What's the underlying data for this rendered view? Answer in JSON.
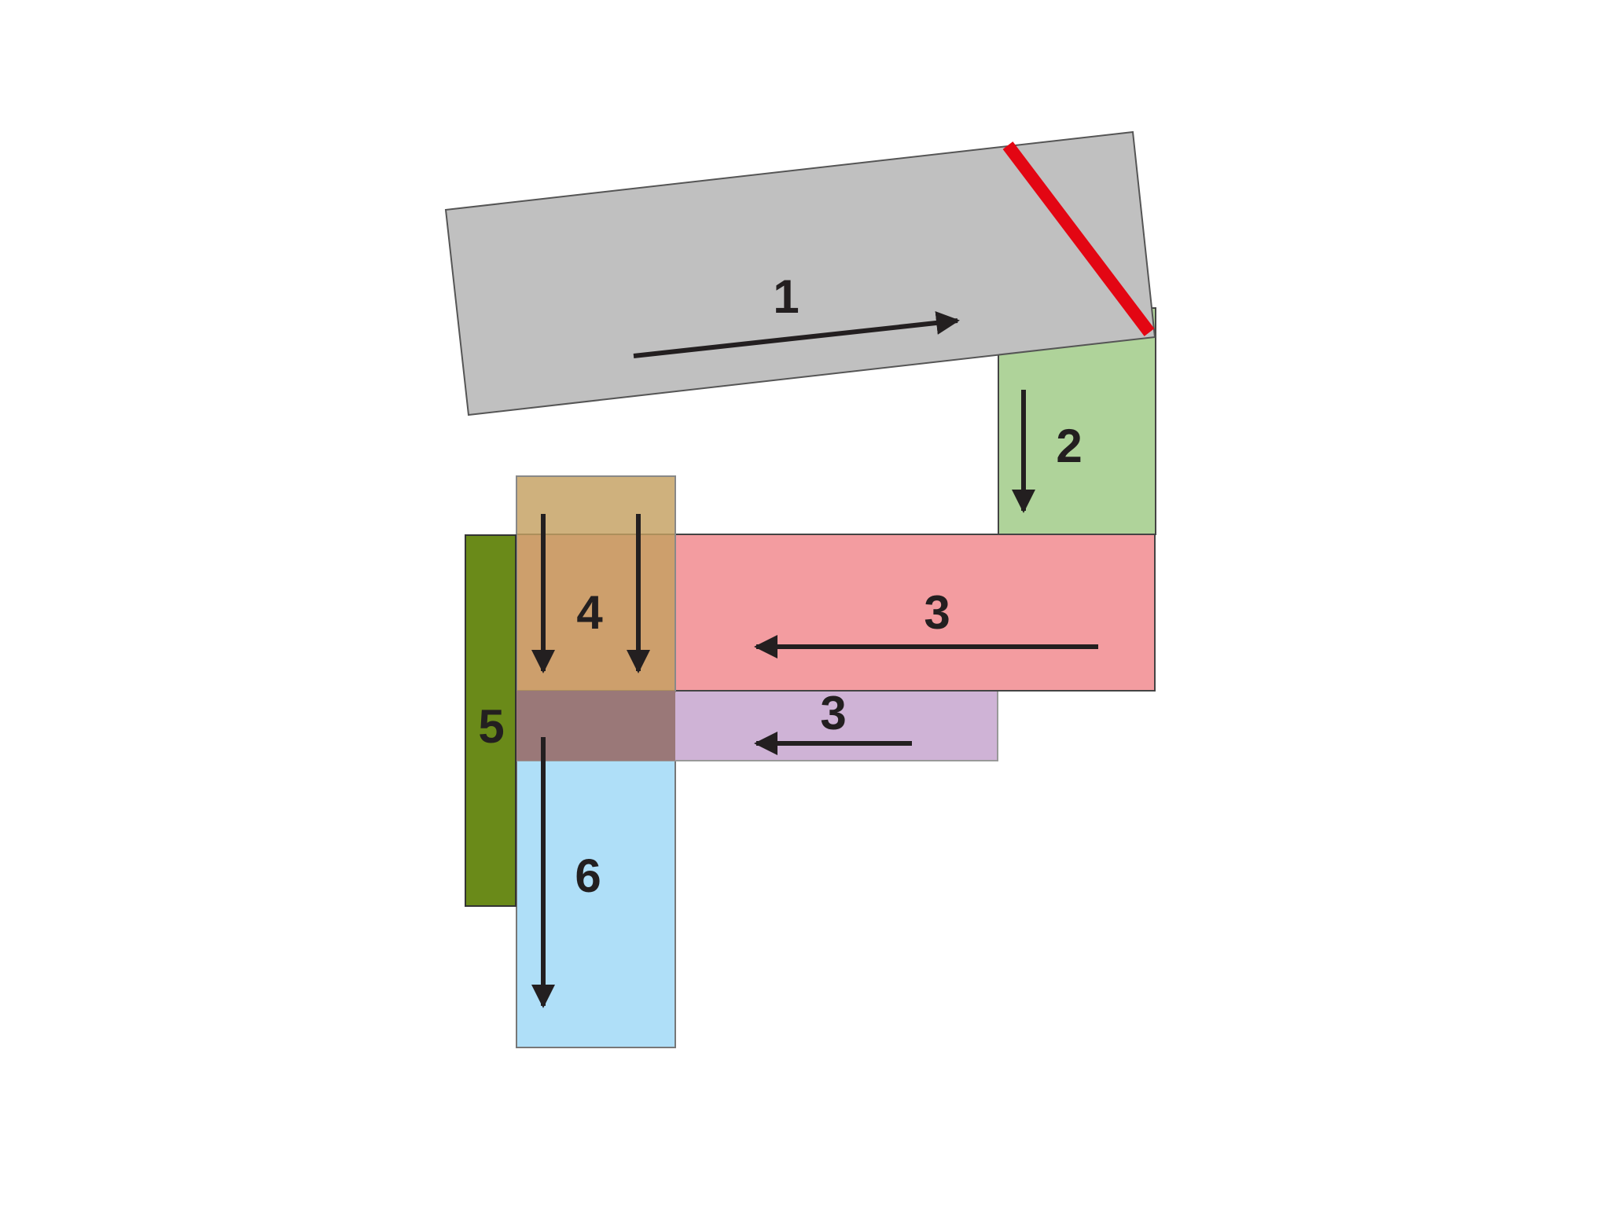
{
  "colors": {
    "block_1": "#c0c0c0",
    "block_2": "#afd39a",
    "block_3_upper": "#f39ca0",
    "block_3_lower": "#cfb3d6",
    "block_4": "#c4a060",
    "block_5": "#6a8a19",
    "block_6": "#afdff8",
    "cut_line": "#e30613",
    "arrow": "#231f20",
    "outline": "#555555"
  },
  "labels": {
    "block_1": "1",
    "block_2": "2",
    "block_3_upper": "3",
    "block_3_lower": "3",
    "block_4": "4",
    "block_5": "5",
    "block_6": "6"
  }
}
